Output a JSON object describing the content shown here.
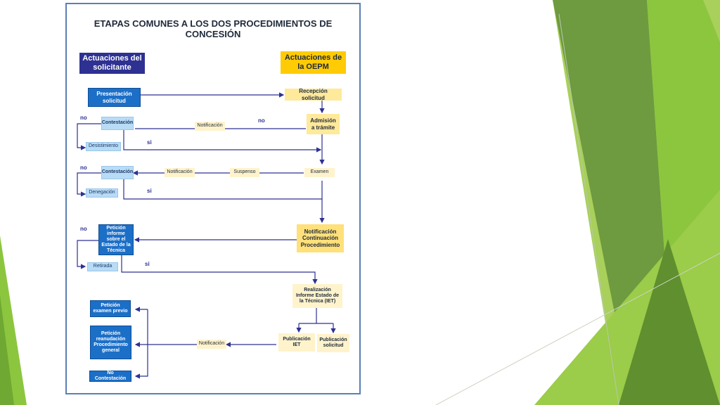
{
  "title": {
    "line1": "ETAPAS COMUNES A LOS DOS PROCEDIMIENTOS DE",
    "line2": "CONCESIÓN"
  },
  "headers": {
    "solicitante": "Actuaciones del solicitante",
    "oepm": "Actuaciones de la OEPM"
  },
  "boxes": {
    "presentacion": "Presentación solicitud",
    "recepcion": "Recepción solicitud",
    "admision": "Admisión a trámite",
    "contestacion1": "Contestación",
    "desistimiento": "Desistimiento",
    "notificacion1": "Notificación",
    "contestacion2": "Contestación",
    "denegacion": "Denegación",
    "notificacion2": "Notificación",
    "suspenso": "Suspenso",
    "examen": "Examen",
    "peticion_iet": "Petición informe sobre el Estado de la Técnica",
    "retirada": "Retirada",
    "notif_continuacion": "Notificación Continuación Procedimiento",
    "realizacion_iet": "Realización Informe Estado de la Técnica (IET)",
    "publicacion_iet": "Publicación IET",
    "publicacion_solicitud": "Publicación solicitud",
    "notificacion3": "Notificación",
    "peticion_examen": "Petición examen previo",
    "peticion_reanudacion": "Petición reanudación Procedimiento general",
    "no_contestacion": "No Contestación"
  },
  "labels": {
    "no1": "no",
    "no2": "no",
    "si1": "si",
    "no3": "no",
    "si2": "si",
    "no4": "no",
    "si3": "si"
  },
  "colors": {
    "dark_blue": "#2e3192",
    "mid_blue": "#1c6fc7",
    "light_blue": "#b8dcf6",
    "yellow": "#ffcb05",
    "light_yellow": "#ffe99a",
    "green": "#8cc63f"
  }
}
